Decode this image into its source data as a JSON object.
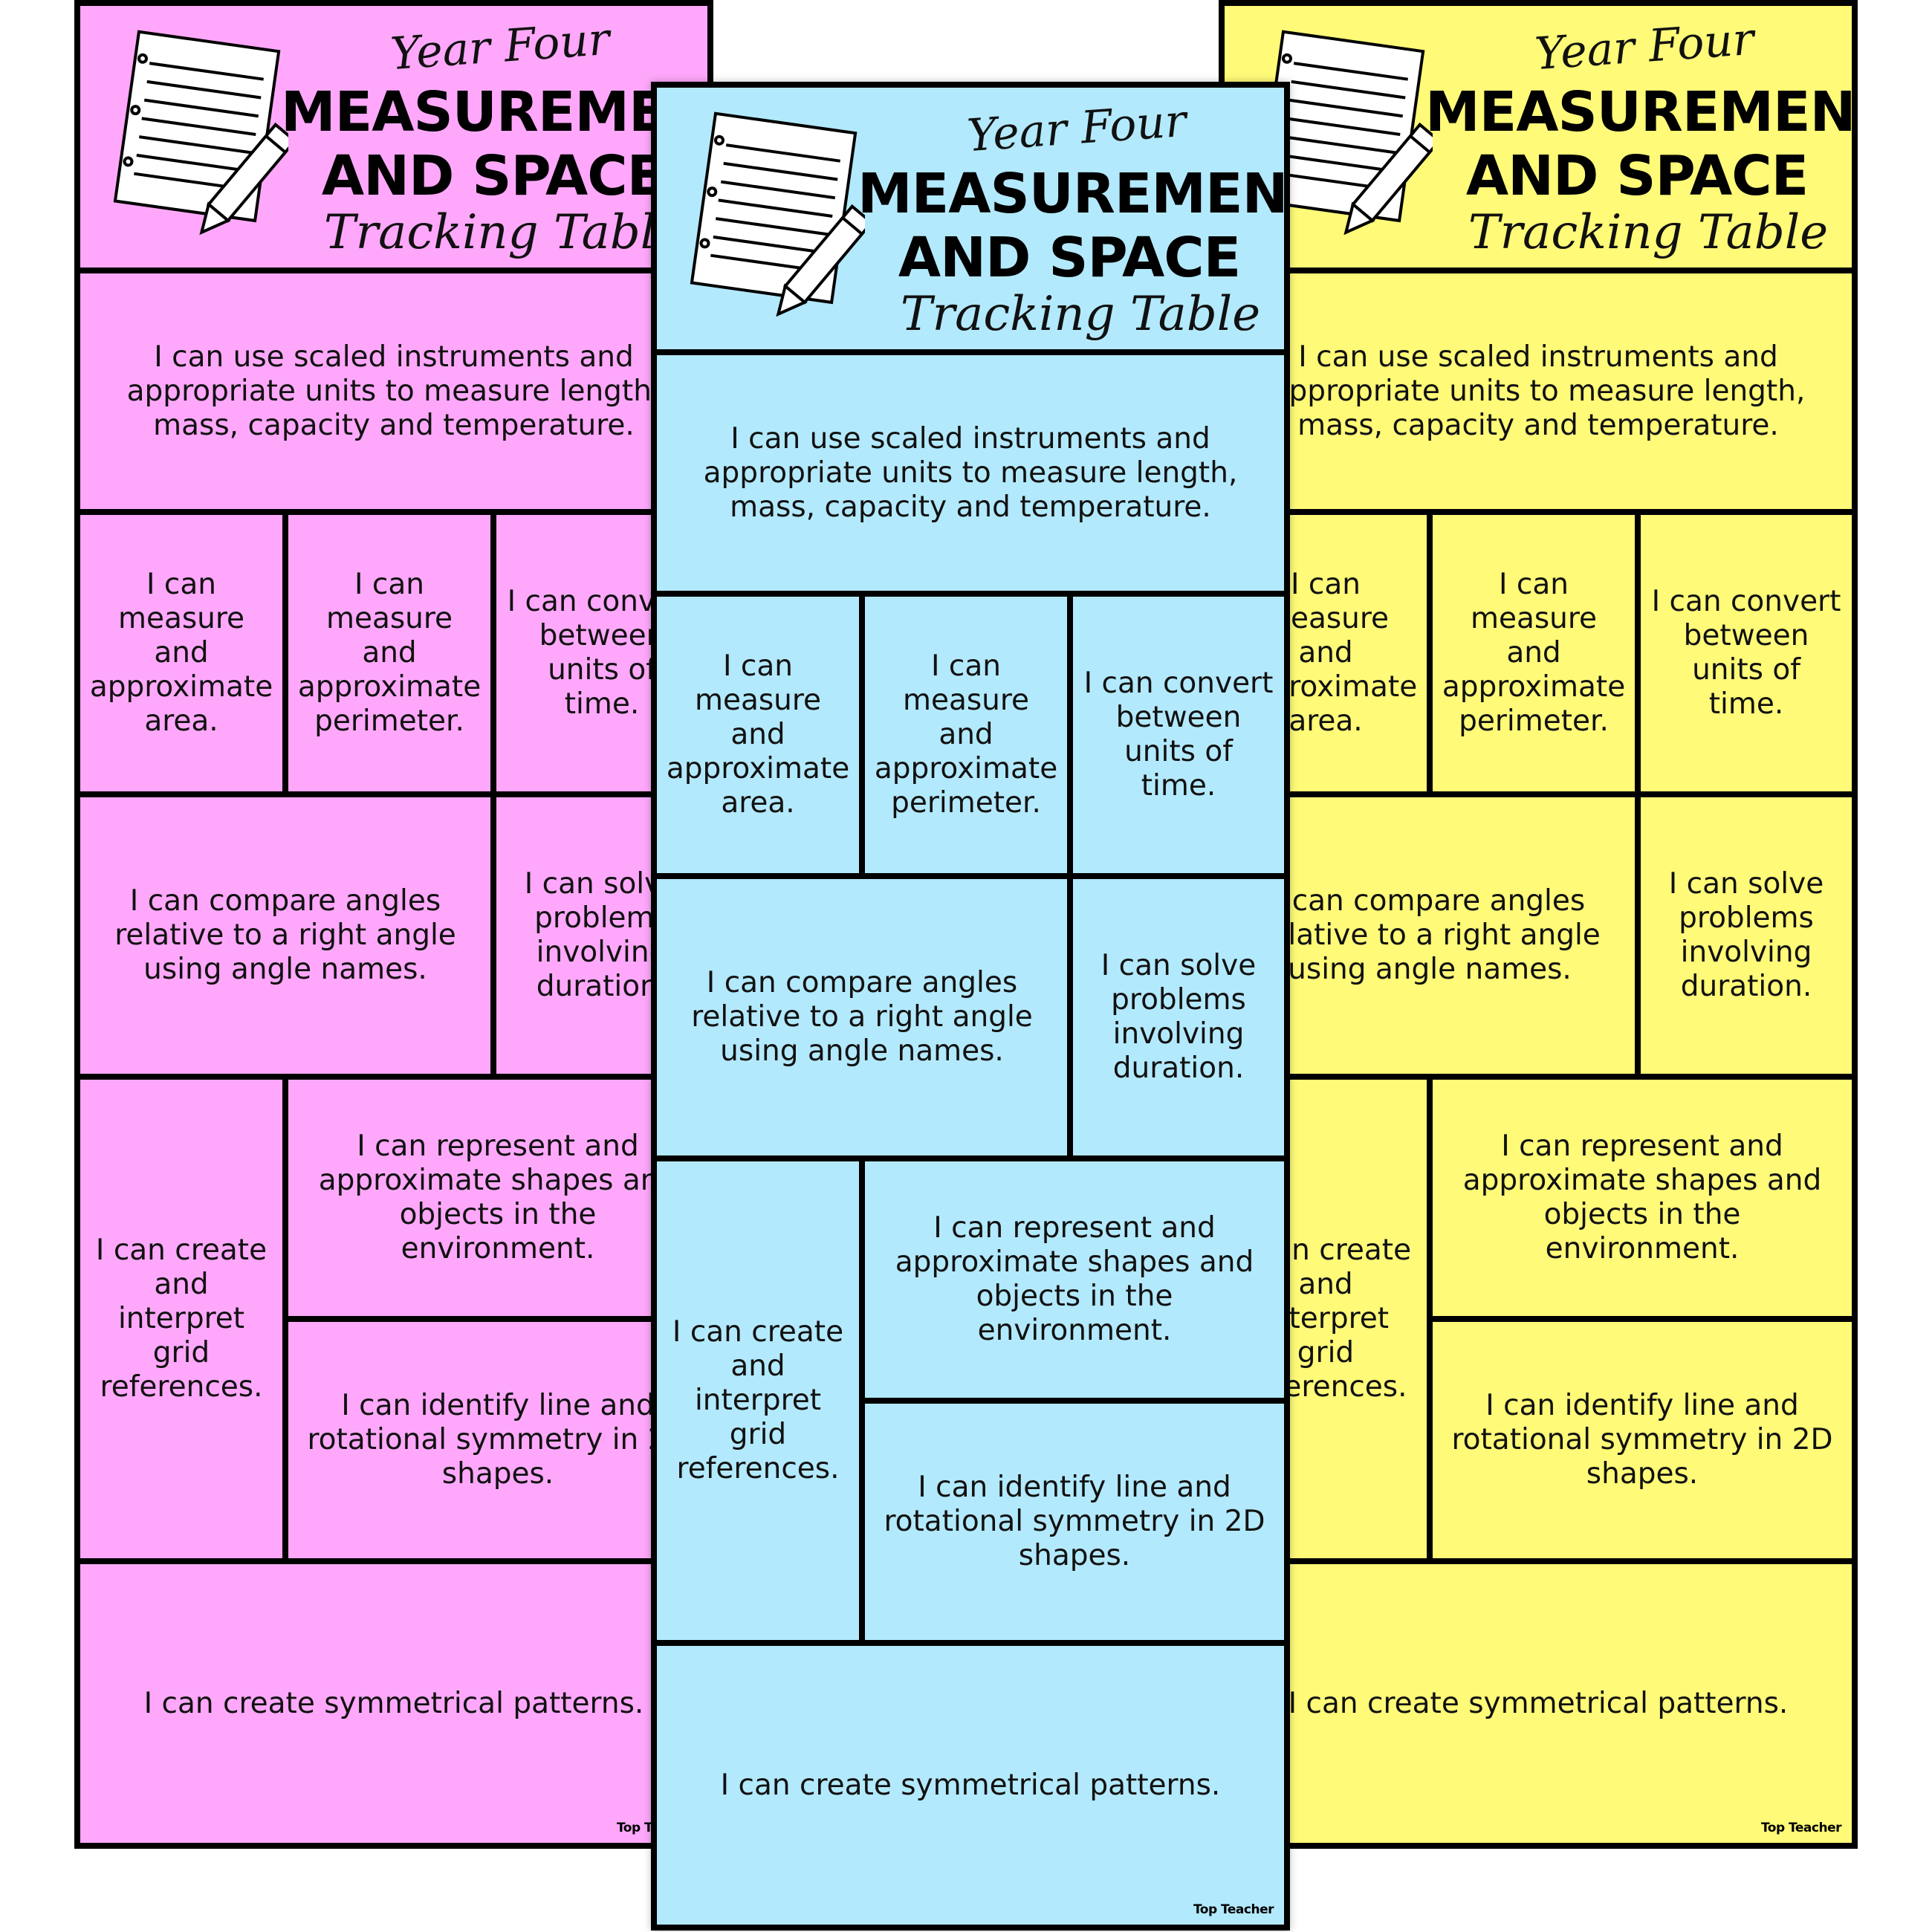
{
  "header": {
    "year": "Year Four",
    "title_line1": "MEASUREMENT",
    "title_line2": "AND SPACE",
    "subtitle": "Tracking Table"
  },
  "cells": {
    "scaled_instruments": "I can use scaled instruments and appropriate units to measure length, mass, capacity and temperature.",
    "area": "I can measure and approximate area.",
    "perimeter": "I can measure and approximate perimeter.",
    "convert_time": "I can convert between units of time.",
    "compare_angles": "I can compare angles relative to a right angle using angle names.",
    "solve_duration": "I can solve problems involving duration.",
    "grid_references": "I can create and interpret grid references.",
    "represent_shapes": "I can represent and approximate shapes and objects in the environment.",
    "symmetry_2d": "I can identify line and rotational symmetry in 2D shapes.",
    "symmetrical_patterns": "I can create symmetrical patterns."
  },
  "brand": "Top Teacher",
  "sheets": [
    {
      "id": "pink",
      "color": "#ffa8fb"
    },
    {
      "id": "blue",
      "color": "#b3e9fc"
    },
    {
      "id": "yellow",
      "color": "#fffa78"
    }
  ],
  "icons": {
    "notepad": "notepad-pencil-icon"
  }
}
